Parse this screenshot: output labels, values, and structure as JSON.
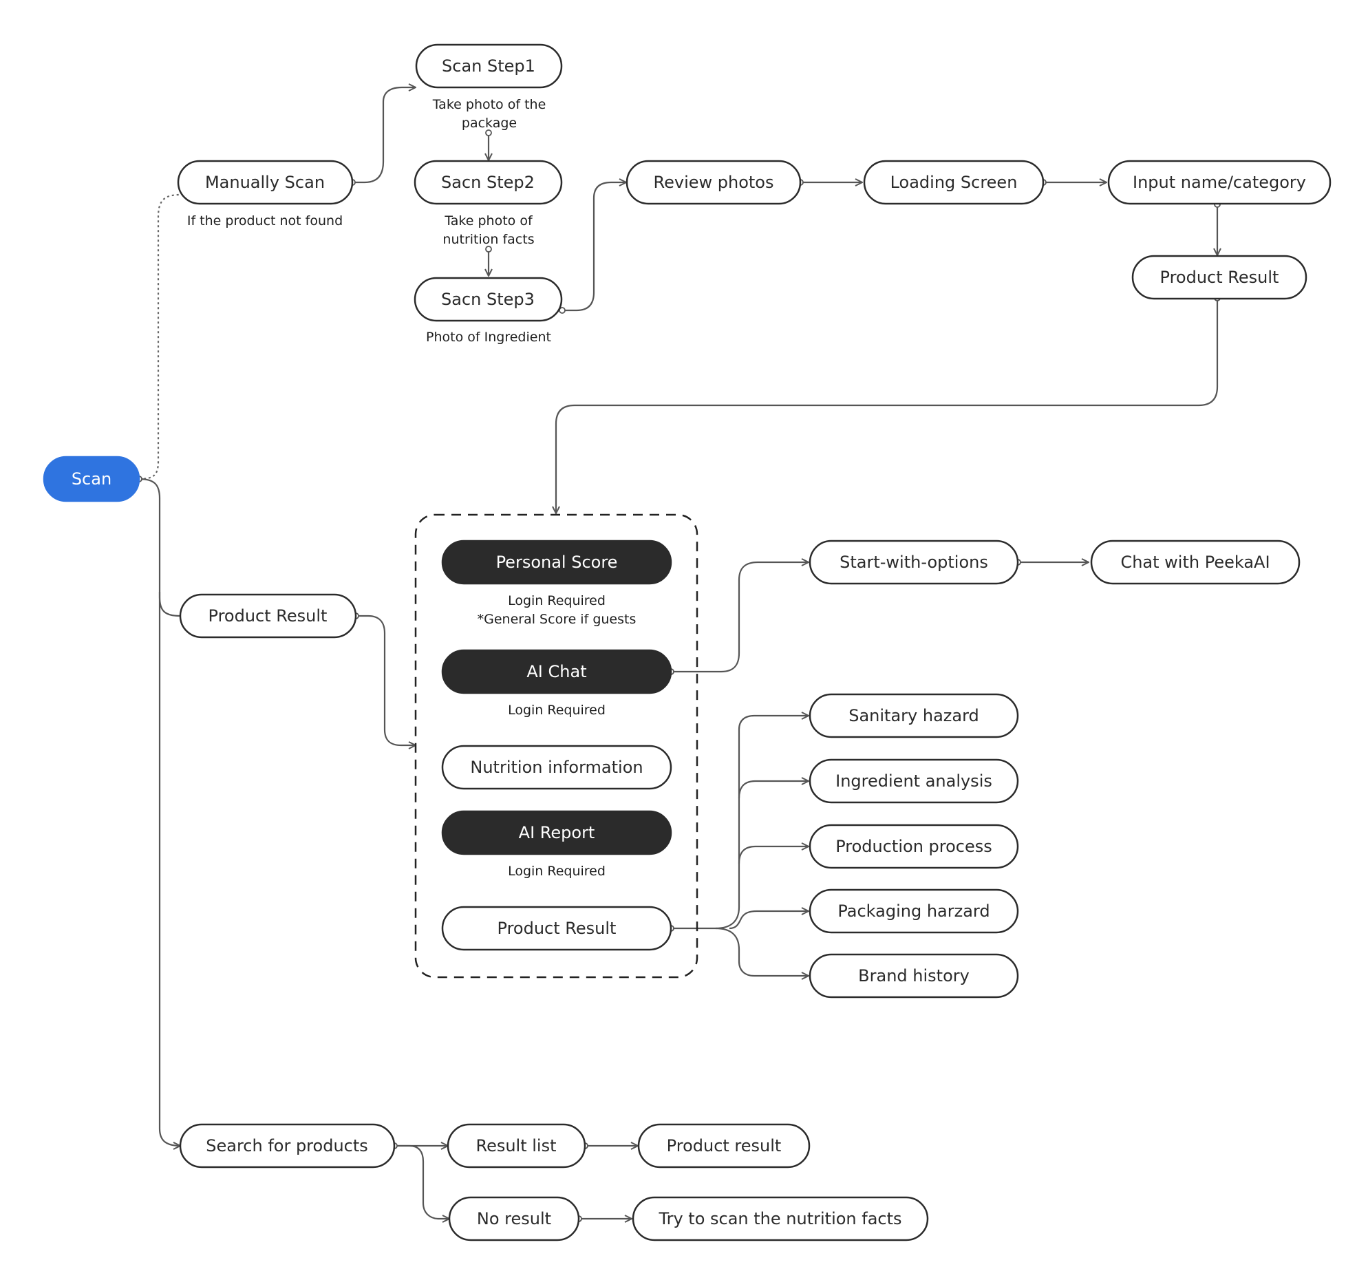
{
  "colors": {
    "accent": "#2f74e0",
    "dark_node": "#2b2b2b",
    "line": "#555555",
    "background": "#ffffff"
  },
  "nodes": {
    "scan": "Scan",
    "manually_scan": "Manually Scan",
    "scan_step1": "Scan Step1",
    "scan_step2": "Sacn Step2",
    "scan_step3": "Sacn Step3",
    "review_photos": "Review photos",
    "loading_screen": "Loading Screen",
    "input_name_category": "Input name/category",
    "product_result_top": "Product Result",
    "product_result_left": "Product Result",
    "personal_score": "Personal Score",
    "ai_chat": "AI Chat",
    "nutrition_information": "Nutrition information",
    "ai_report": "AI Report",
    "product_result_inner": "Product Result",
    "start_with_options": "Start-with-options",
    "chat_with_peekaai": "Chat with PeekaAI",
    "sanitary_hazard": "Sanitary hazard",
    "ingredient_analysis": "Ingredient analysis",
    "production_process": "Production process",
    "packaging_harzard": "Packaging harzard",
    "brand_history": "Brand history",
    "search_for_products": "Search for products",
    "result_list": "Result list",
    "product_result_search": "Product result",
    "no_result": "No result",
    "try_scan_nutrition": "Try to scan the nutrition facts"
  },
  "notes": {
    "not_found": "If the product not found",
    "step1_line1": "Take photo of the",
    "step1_line2": "package",
    "step2_line1": "Take photo of",
    "step2_line2": "nutrition facts",
    "step3": "Photo of Ingredient",
    "personal_line1": "Login Required",
    "personal_line2": "*General Score if guests",
    "ai_chat_login": "Login Required",
    "ai_report_login": "Login Required"
  }
}
